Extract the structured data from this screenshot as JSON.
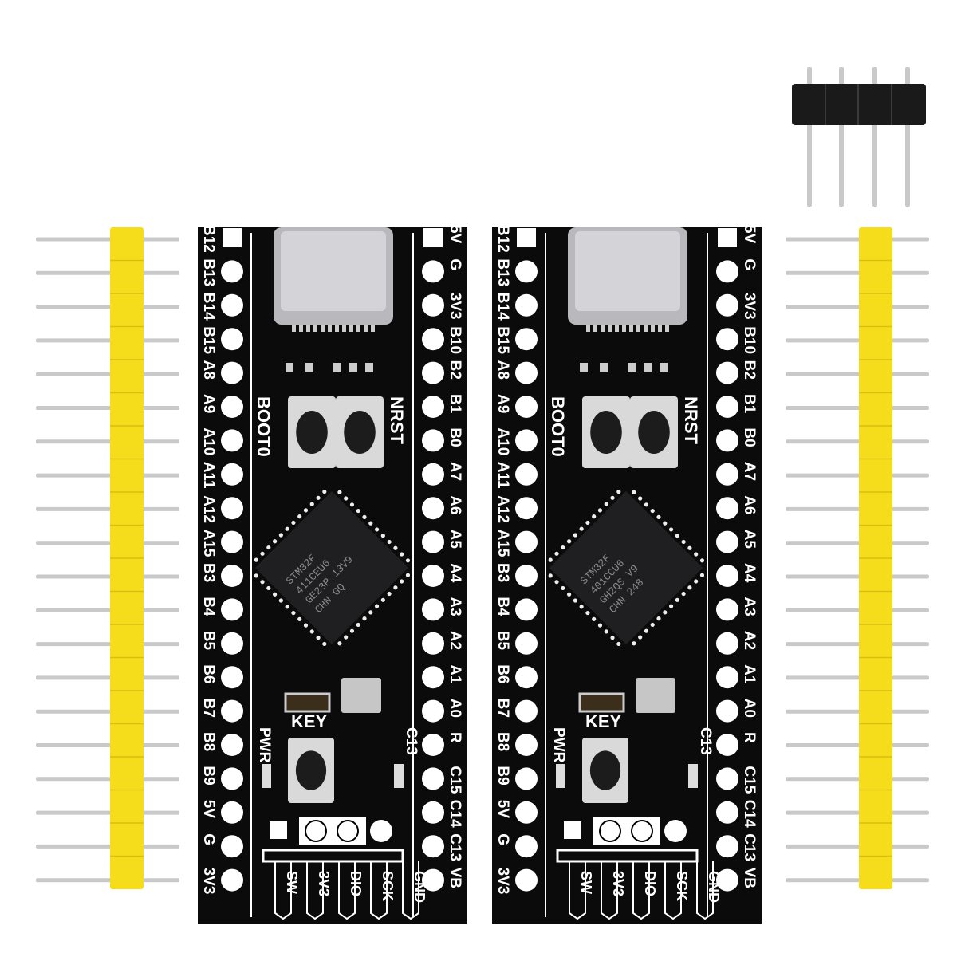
{
  "colors": {
    "pcb": "#0b0b0c",
    "silkscreen": "#ffffff",
    "header_plastic": "#f5dd1c",
    "pin_metal": "#c9c9c9",
    "black_header": "#1a1a1a"
  },
  "boards": [
    {
      "left_pins": [
        "B12",
        "B13",
        "B14",
        "B15",
        "A8",
        "A9",
        "A10",
        "A11",
        "A12",
        "A15",
        "B3",
        "B4",
        "B5",
        "B6",
        "B7",
        "B8",
        "B9",
        "5V",
        "G",
        "3V3"
      ],
      "right_pins": [
        "5V",
        "G",
        "3V3",
        "B10",
        "B2",
        "B1",
        "B0",
        "A7",
        "A6",
        "A5",
        "A4",
        "A3",
        "A2",
        "A1",
        "A0",
        "R",
        "C15",
        "C14",
        "C13",
        "VB"
      ],
      "swd_pins": [
        "SW",
        "3V3",
        "DIO",
        "SCK",
        "GND"
      ],
      "labels": {
        "boot": "BOOT0",
        "reset": "NRST",
        "key": "KEY",
        "power": "PWR",
        "led": "C13"
      },
      "chip_text": [
        "STM32F",
        "411CEU6",
        "GE23P 13V9",
        "CHN GQ"
      ]
    },
    {
      "left_pins": [
        "B12",
        "B13",
        "B14",
        "B15",
        "A8",
        "A9",
        "A10",
        "A11",
        "A12",
        "A15",
        "B3",
        "B4",
        "B5",
        "B6",
        "B7",
        "B8",
        "B9",
        "5V",
        "G",
        "3V3"
      ],
      "right_pins": [
        "5V",
        "G",
        "3V3",
        "B10",
        "B2",
        "B1",
        "B0",
        "A7",
        "A6",
        "A5",
        "A4",
        "A3",
        "A2",
        "A1",
        "A0",
        "R",
        "C15",
        "C14",
        "C13",
        "VB"
      ],
      "swd_pins": [
        "SW",
        "3V3",
        "DIO",
        "SCK",
        "GND"
      ],
      "labels": {
        "boot": "BOOT0",
        "reset": "NRST",
        "key": "KEY",
        "power": "PWR",
        "led": "C13"
      },
      "chip_text": [
        "STM32F",
        "401CCU6",
        "GH2QS V9",
        "CHN 248"
      ]
    }
  ],
  "headers": {
    "long_strip_pins": 20,
    "short_strip_pins": 4
  }
}
